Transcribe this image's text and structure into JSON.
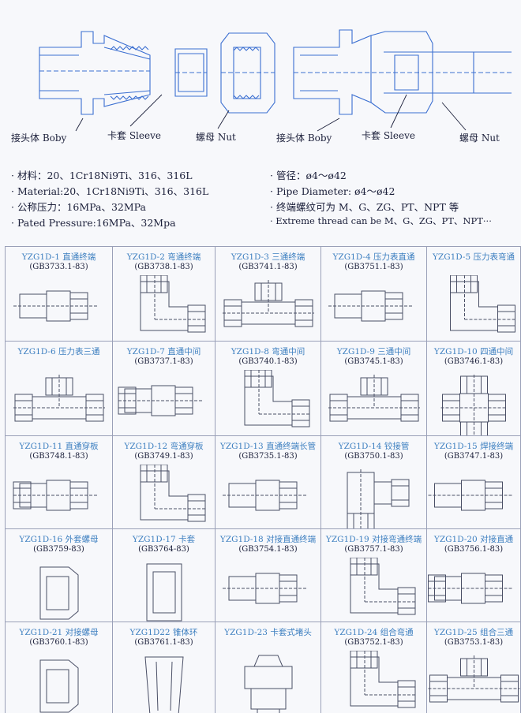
{
  "hero_labels": {
    "body_left": "接头体 Boby",
    "sleeve_left": "卡套 Sleeve",
    "nut_left": "螺母 Nut",
    "body_right": "接头体 Boby",
    "sleeve_right": "卡套 Sleeve",
    "nut_right": "螺母 Nut"
  },
  "specs": {
    "material_cn": "· 材料：20、1Cr18Ni9Ti、316、316L",
    "material_en": "· Material:20、1Cr18Ni9Ti、316、316L",
    "pressure_cn": "· 公称压力：16MPa、32MPa",
    "pressure_en": "· Pated Pressure:16MPa、32Mpa",
    "diameter_cn": "· 管径：ø4～ø42",
    "diameter_en": "· Pipe  Diameter: ø4～ø42",
    "thread_cn": "· 终端螺纹可为 M、G、ZG、PT、NPT 等",
    "thread_en": "· Extreme thread can be M、G、ZG、PT、NPT···"
  },
  "products": [
    {
      "name": "YZG1D-1 直通终端",
      "std": "(GB3733.1-83)",
      "icon": "straight-end"
    },
    {
      "name": "YZG1D-2 弯通终端",
      "std": "(GB3738.1-83)",
      "icon": "elbow-end"
    },
    {
      "name": "YZG1D-3 三通终端",
      "std": "(GB3741.1-83)",
      "icon": "tee-end"
    },
    {
      "name": "YZG1D-4 压力表直通",
      "std": "(GB3751.1-83)",
      "icon": "gauge-straight"
    },
    {
      "name": "YZG1D-5 压力表弯通",
      "std": "",
      "icon": "gauge-elbow"
    },
    {
      "name": "YZG1D-6 压力表三通",
      "std": "",
      "icon": "gauge-tee"
    },
    {
      "name": "YZG1D-7 直通中间",
      "std": "(GB3737.1-83)",
      "icon": "straight-union"
    },
    {
      "name": "YZG1D-8 弯通中间",
      "std": "(GB3740.1-83)",
      "icon": "elbow-union"
    },
    {
      "name": "YZG1D-9 三通中间",
      "std": "(GB3745.1-83)",
      "icon": "tee-union"
    },
    {
      "name": "YZG1D-10 四通中间",
      "std": "(GB3746.1-83)",
      "icon": "cross-union"
    },
    {
      "name": "YZG1D-11 直通穿板",
      "std": "(GB3748.1-83)",
      "icon": "bulkhead-straight"
    },
    {
      "name": "YZG1D-12 弯通穿板",
      "std": "(GB3749.1-83)",
      "icon": "bulkhead-elbow"
    },
    {
      "name": "YZG1D-13 直通终端长管",
      "std": "(GB3735.1-83)",
      "icon": "long-tube"
    },
    {
      "name": "YZG1D-14 铰接管",
      "std": "(GB3750.1-83)",
      "icon": "banjo"
    },
    {
      "name": "YZG1D-15 焊接终端",
      "std": "(GB3747.1-83)",
      "icon": "weld-end"
    },
    {
      "name": "YZG1D-16 外套螺母",
      "std": "(GB3759-83)",
      "icon": "nut"
    },
    {
      "name": "YZG1D-17 卡套",
      "std": "(GB3764-83)",
      "icon": "sleeve"
    },
    {
      "name": "YZG1D-18 对接直通终端",
      "std": "(GB3754.1-83)",
      "icon": "butt-straight"
    },
    {
      "name": "YZG1D-19 对接弯通终端",
      "std": "(GB3757.1-83)",
      "icon": "butt-elbow"
    },
    {
      "name": "YZG1D-20 对接直通",
      "std": "(GB3756.1-83)",
      "icon": "butt-union"
    },
    {
      "name": "YZG1D-21 对接螺母",
      "std": "(GB3760.1-83)",
      "icon": "butt-nut"
    },
    {
      "name": "YZG1D22 锥体环",
      "std": "(GB3761.1-83)",
      "icon": "cone-ring"
    },
    {
      "name": "YZG1D-23 卡套式堵头",
      "std": "",
      "icon": "plug"
    },
    {
      "name": "YZG1D-24 组合弯通",
      "std": "(GB3752.1-83)",
      "icon": "combo-elbow"
    },
    {
      "name": "YZG1D-25 组合三通",
      "std": "(GB3753.1-83)",
      "icon": "combo-tee"
    }
  ]
}
